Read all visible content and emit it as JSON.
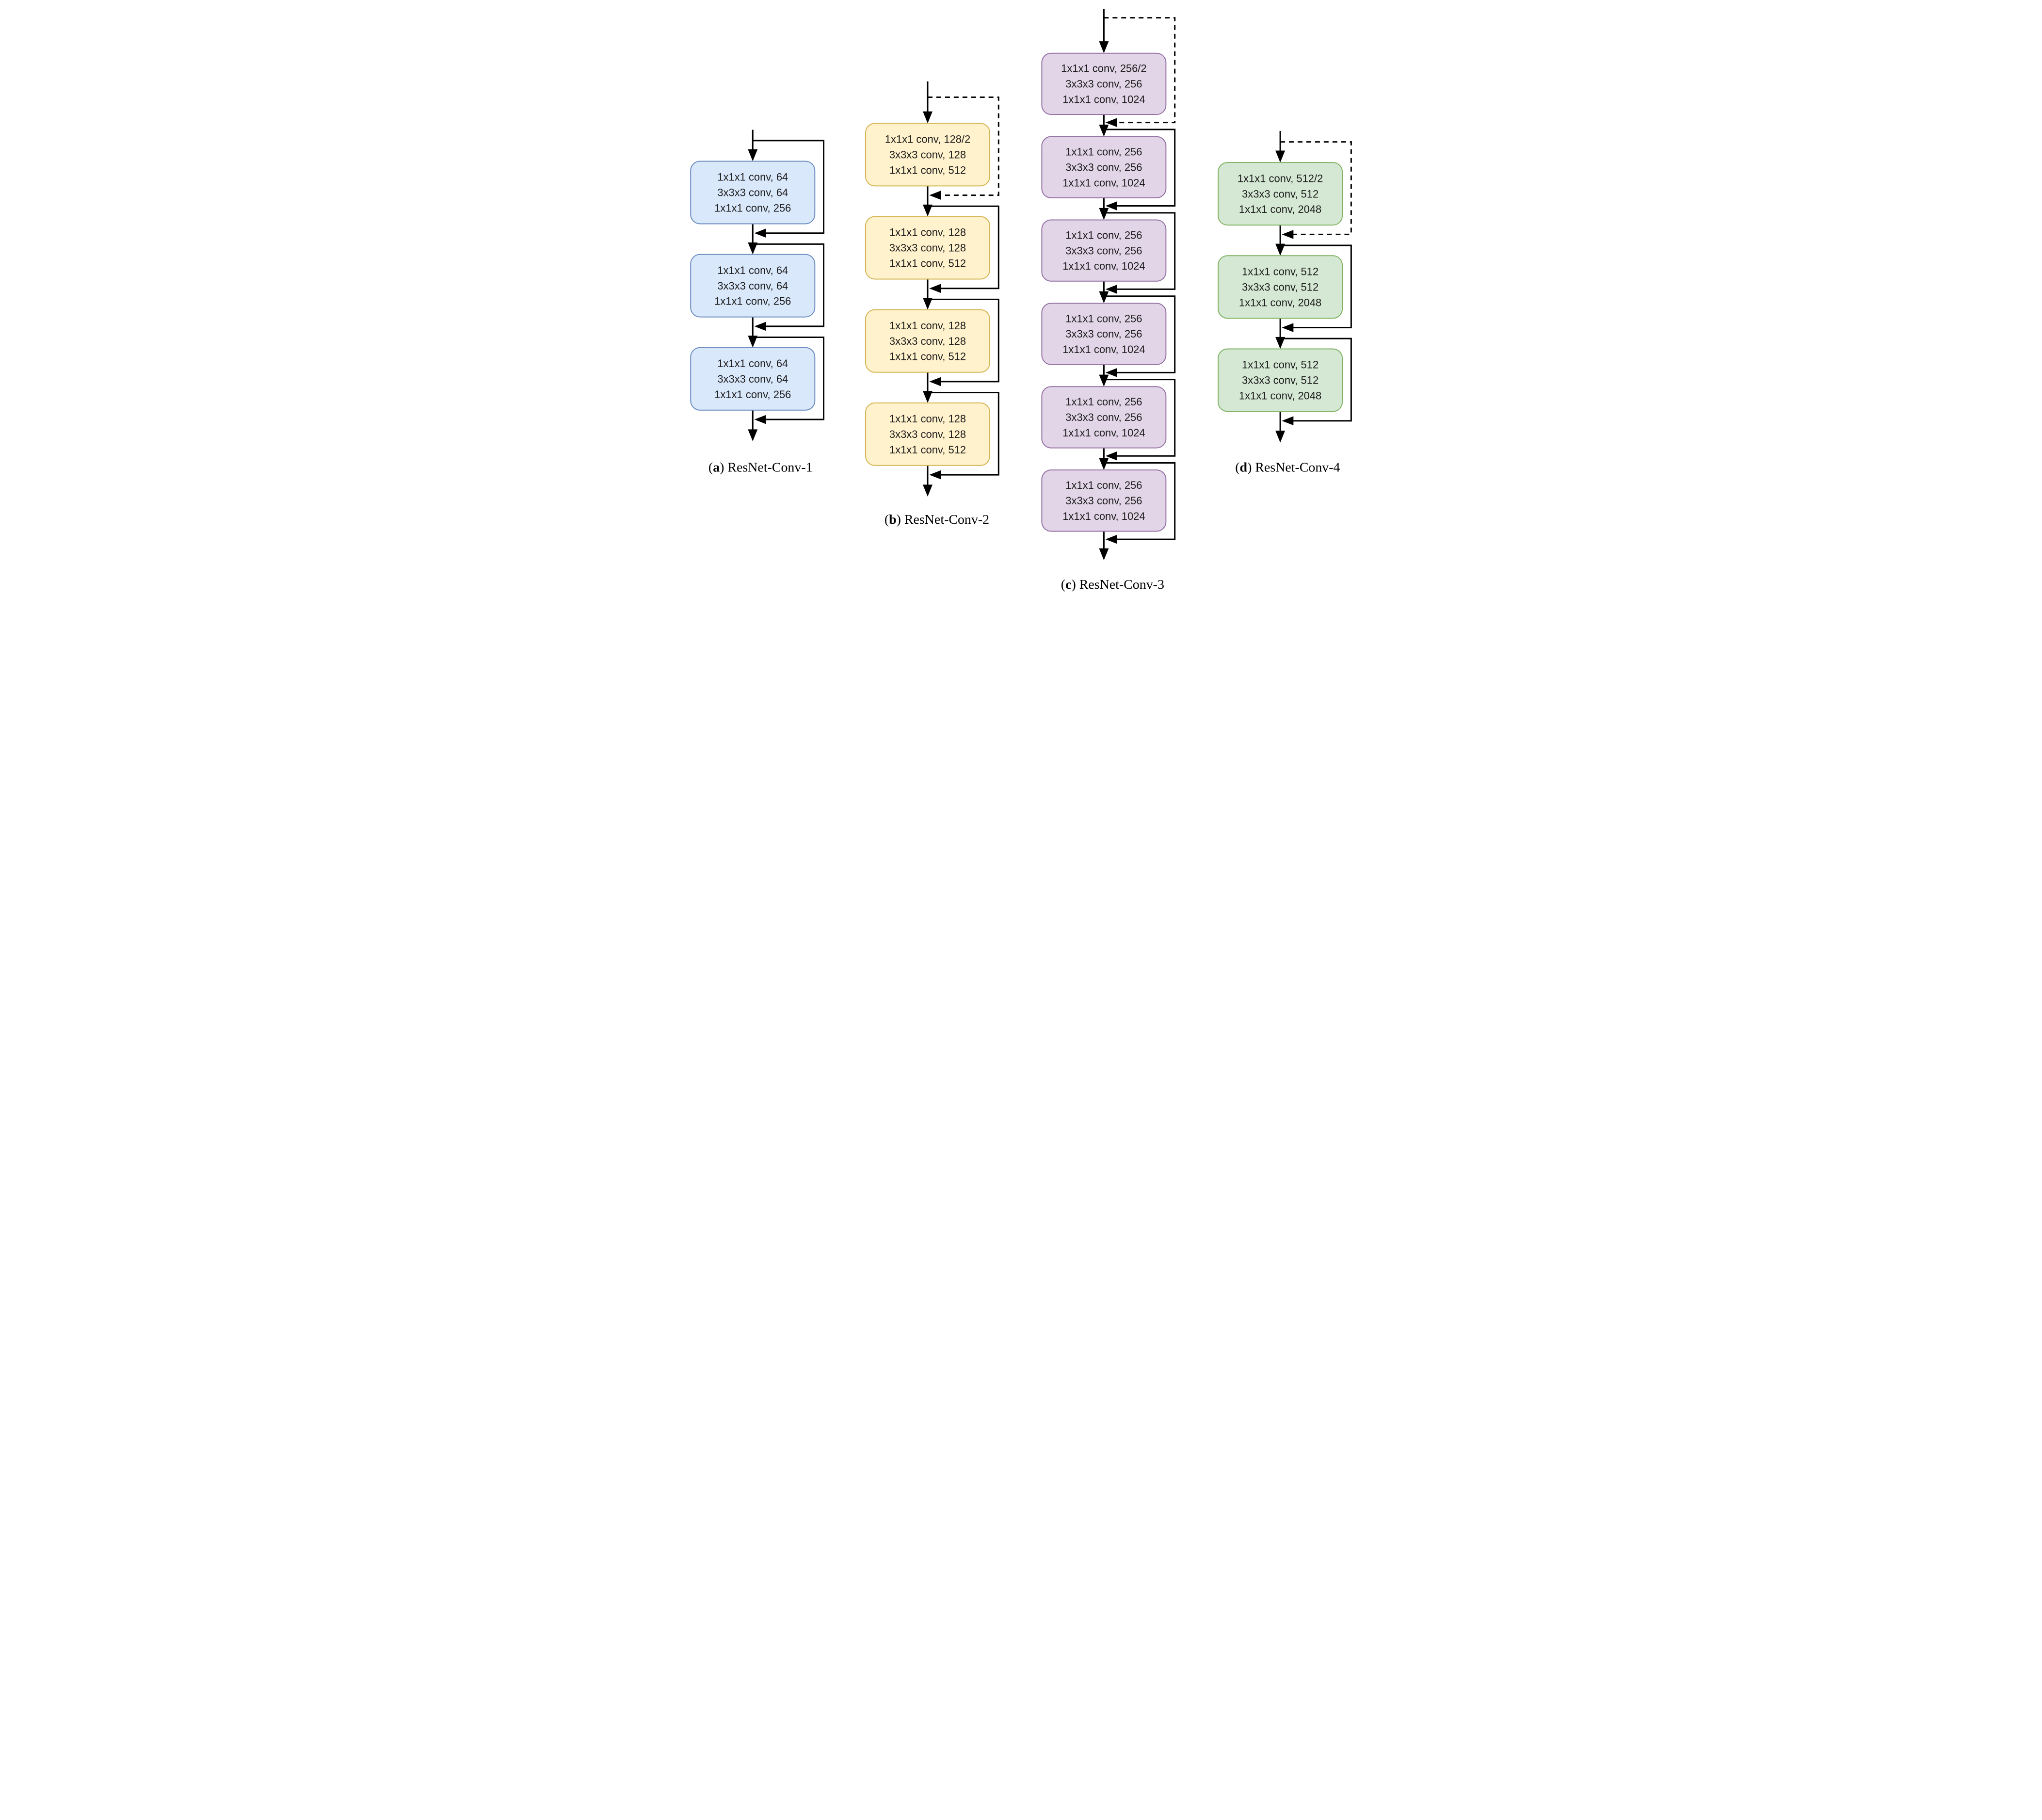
{
  "figure": {
    "kind": "resnet-residual-stage-diagram",
    "line_color": "#000000",
    "text_color": "#1c1c1c",
    "background": "#ffffff",
    "columns": [
      {
        "id": "a",
        "caption": {
          "index": "a",
          "title": "ResNet-Conv-1"
        },
        "palette": {
          "fill": "#DAE8FC",
          "stroke": "#6C8EBF"
        },
        "first_skip_dashed": false,
        "blocks": [
          {
            "lines": [
              "1x1x1 conv, 64",
              "3x3x3 conv, 64",
              "1x1x1 conv, 256"
            ]
          },
          {
            "lines": [
              "1x1x1 conv, 64",
              "3x3x3 conv, 64",
              "1x1x1 conv, 256"
            ]
          },
          {
            "lines": [
              "1x1x1 conv, 64",
              "3x3x3 conv, 64",
              "1x1x1 conv, 256"
            ]
          }
        ]
      },
      {
        "id": "b",
        "caption": {
          "index": "b",
          "title": "ResNet-Conv-2"
        },
        "palette": {
          "fill": "#FFF2CC",
          "stroke": "#D6B656"
        },
        "first_skip_dashed": true,
        "blocks": [
          {
            "lines": [
              "1x1x1 conv, 128/2",
              "3x3x3 conv, 128",
              "1x1x1 conv, 512"
            ]
          },
          {
            "lines": [
              "1x1x1 conv, 128",
              "3x3x3 conv, 128",
              "1x1x1 conv, 512"
            ]
          },
          {
            "lines": [
              "1x1x1 conv, 128",
              "3x3x3 conv, 128",
              "1x1x1 conv, 512"
            ]
          },
          {
            "lines": [
              "1x1x1 conv, 128",
              "3x3x3 conv, 128",
              "1x1x1 conv, 512"
            ]
          }
        ]
      },
      {
        "id": "c",
        "caption": {
          "index": "c",
          "title": "ResNet-Conv-3"
        },
        "palette": {
          "fill": "#E1D5E7",
          "stroke": "#9673A6"
        },
        "first_skip_dashed": true,
        "blocks": [
          {
            "lines": [
              "1x1x1 conv, 256/2",
              "3x3x3 conv, 256",
              "1x1x1 conv, 1024"
            ]
          },
          {
            "lines": [
              "1x1x1 conv, 256",
              "3x3x3 conv, 256",
              "1x1x1 conv, 1024"
            ]
          },
          {
            "lines": [
              "1x1x1 conv, 256",
              "3x3x3 conv, 256",
              "1x1x1 conv, 1024"
            ]
          },
          {
            "lines": [
              "1x1x1 conv, 256",
              "3x3x3 conv, 256",
              "1x1x1 conv, 1024"
            ]
          },
          {
            "lines": [
              "1x1x1 conv, 256",
              "3x3x3 conv, 256",
              "1x1x1 conv, 1024"
            ]
          },
          {
            "lines": [
              "1x1x1 conv, 256",
              "3x3x3 conv, 256",
              "1x1x1 conv, 1024"
            ]
          }
        ]
      },
      {
        "id": "d",
        "caption": {
          "index": "d",
          "title": "ResNet-Conv-4"
        },
        "palette": {
          "fill": "#D5E8D4",
          "stroke": "#82B366"
        },
        "first_skip_dashed": true,
        "blocks": [
          {
            "lines": [
              "1x1x1 conv, 512/2",
              "3x3x3 conv, 512",
              "1x1x1 conv, 2048"
            ]
          },
          {
            "lines": [
              "1x1x1 conv, 512",
              "3x3x3 conv, 512",
              "1x1x1 conv, 2048"
            ]
          },
          {
            "lines": [
              "1x1x1 conv, 512",
              "3x3x3 conv, 512",
              "1x1x1 conv, 2048"
            ]
          }
        ]
      }
    ]
  }
}
